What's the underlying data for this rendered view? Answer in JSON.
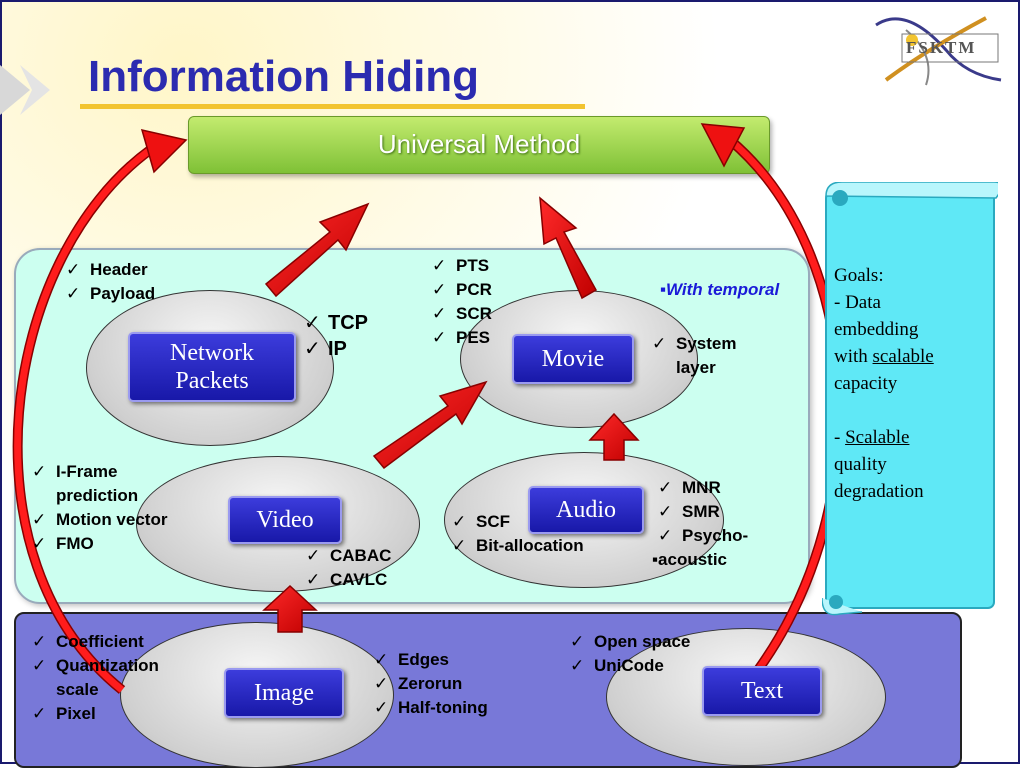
{
  "title": "Information Hiding",
  "logo": {
    "text": "FSKTM"
  },
  "universal": {
    "label": "Universal Method"
  },
  "nodes": {
    "network": {
      "line1": "Network",
      "line2": "Packets"
    },
    "movie": "Movie",
    "video": "Video",
    "audio": "Audio",
    "image": "Image",
    "text": "Text"
  },
  "lists": {
    "network_header": [
      "Header",
      "Payload"
    ],
    "network_proto": [
      "TCP",
      "IP"
    ],
    "movie_stream": [
      "PTS",
      "PCR",
      "SCR",
      "PES"
    ],
    "movie_system": {
      "line1": "System",
      "line2": "layer"
    },
    "with_temporal": "With temporal",
    "video_left": [
      "I-Frame",
      "prediction",
      "Motion vector",
      "FMO"
    ],
    "video_entropy": [
      "CABAC",
      "CAVLC"
    ],
    "audio_left": [
      "SCF",
      "Bit-allocation"
    ],
    "audio_right": [
      "MNR",
      "SMR",
      "Psycho-",
      "acoustic"
    ],
    "image_left": [
      "Coefficient",
      "Quantization",
      "scale",
      "Pixel"
    ],
    "image_right": [
      "Edges",
      "Zerorun",
      "Half-toning"
    ],
    "text_list": [
      "Open space",
      "UniCode"
    ]
  },
  "goals": {
    "heading": "Goals:",
    "g1a": "- Data",
    "g1b": "embedding",
    "g1c": "with ",
    "g1d": "scalable",
    "g1e": "capacity",
    "g2a": "- ",
    "g2b": "Scalable",
    "g2c": "quality",
    "g2d": "degradation"
  },
  "colors": {
    "title": "#2b2bb0",
    "node": "#1818a8",
    "arrow": "#e00000",
    "top_panel": "#ccfff0",
    "bottom_panel": "#7878d8",
    "green": "#7fc136"
  }
}
